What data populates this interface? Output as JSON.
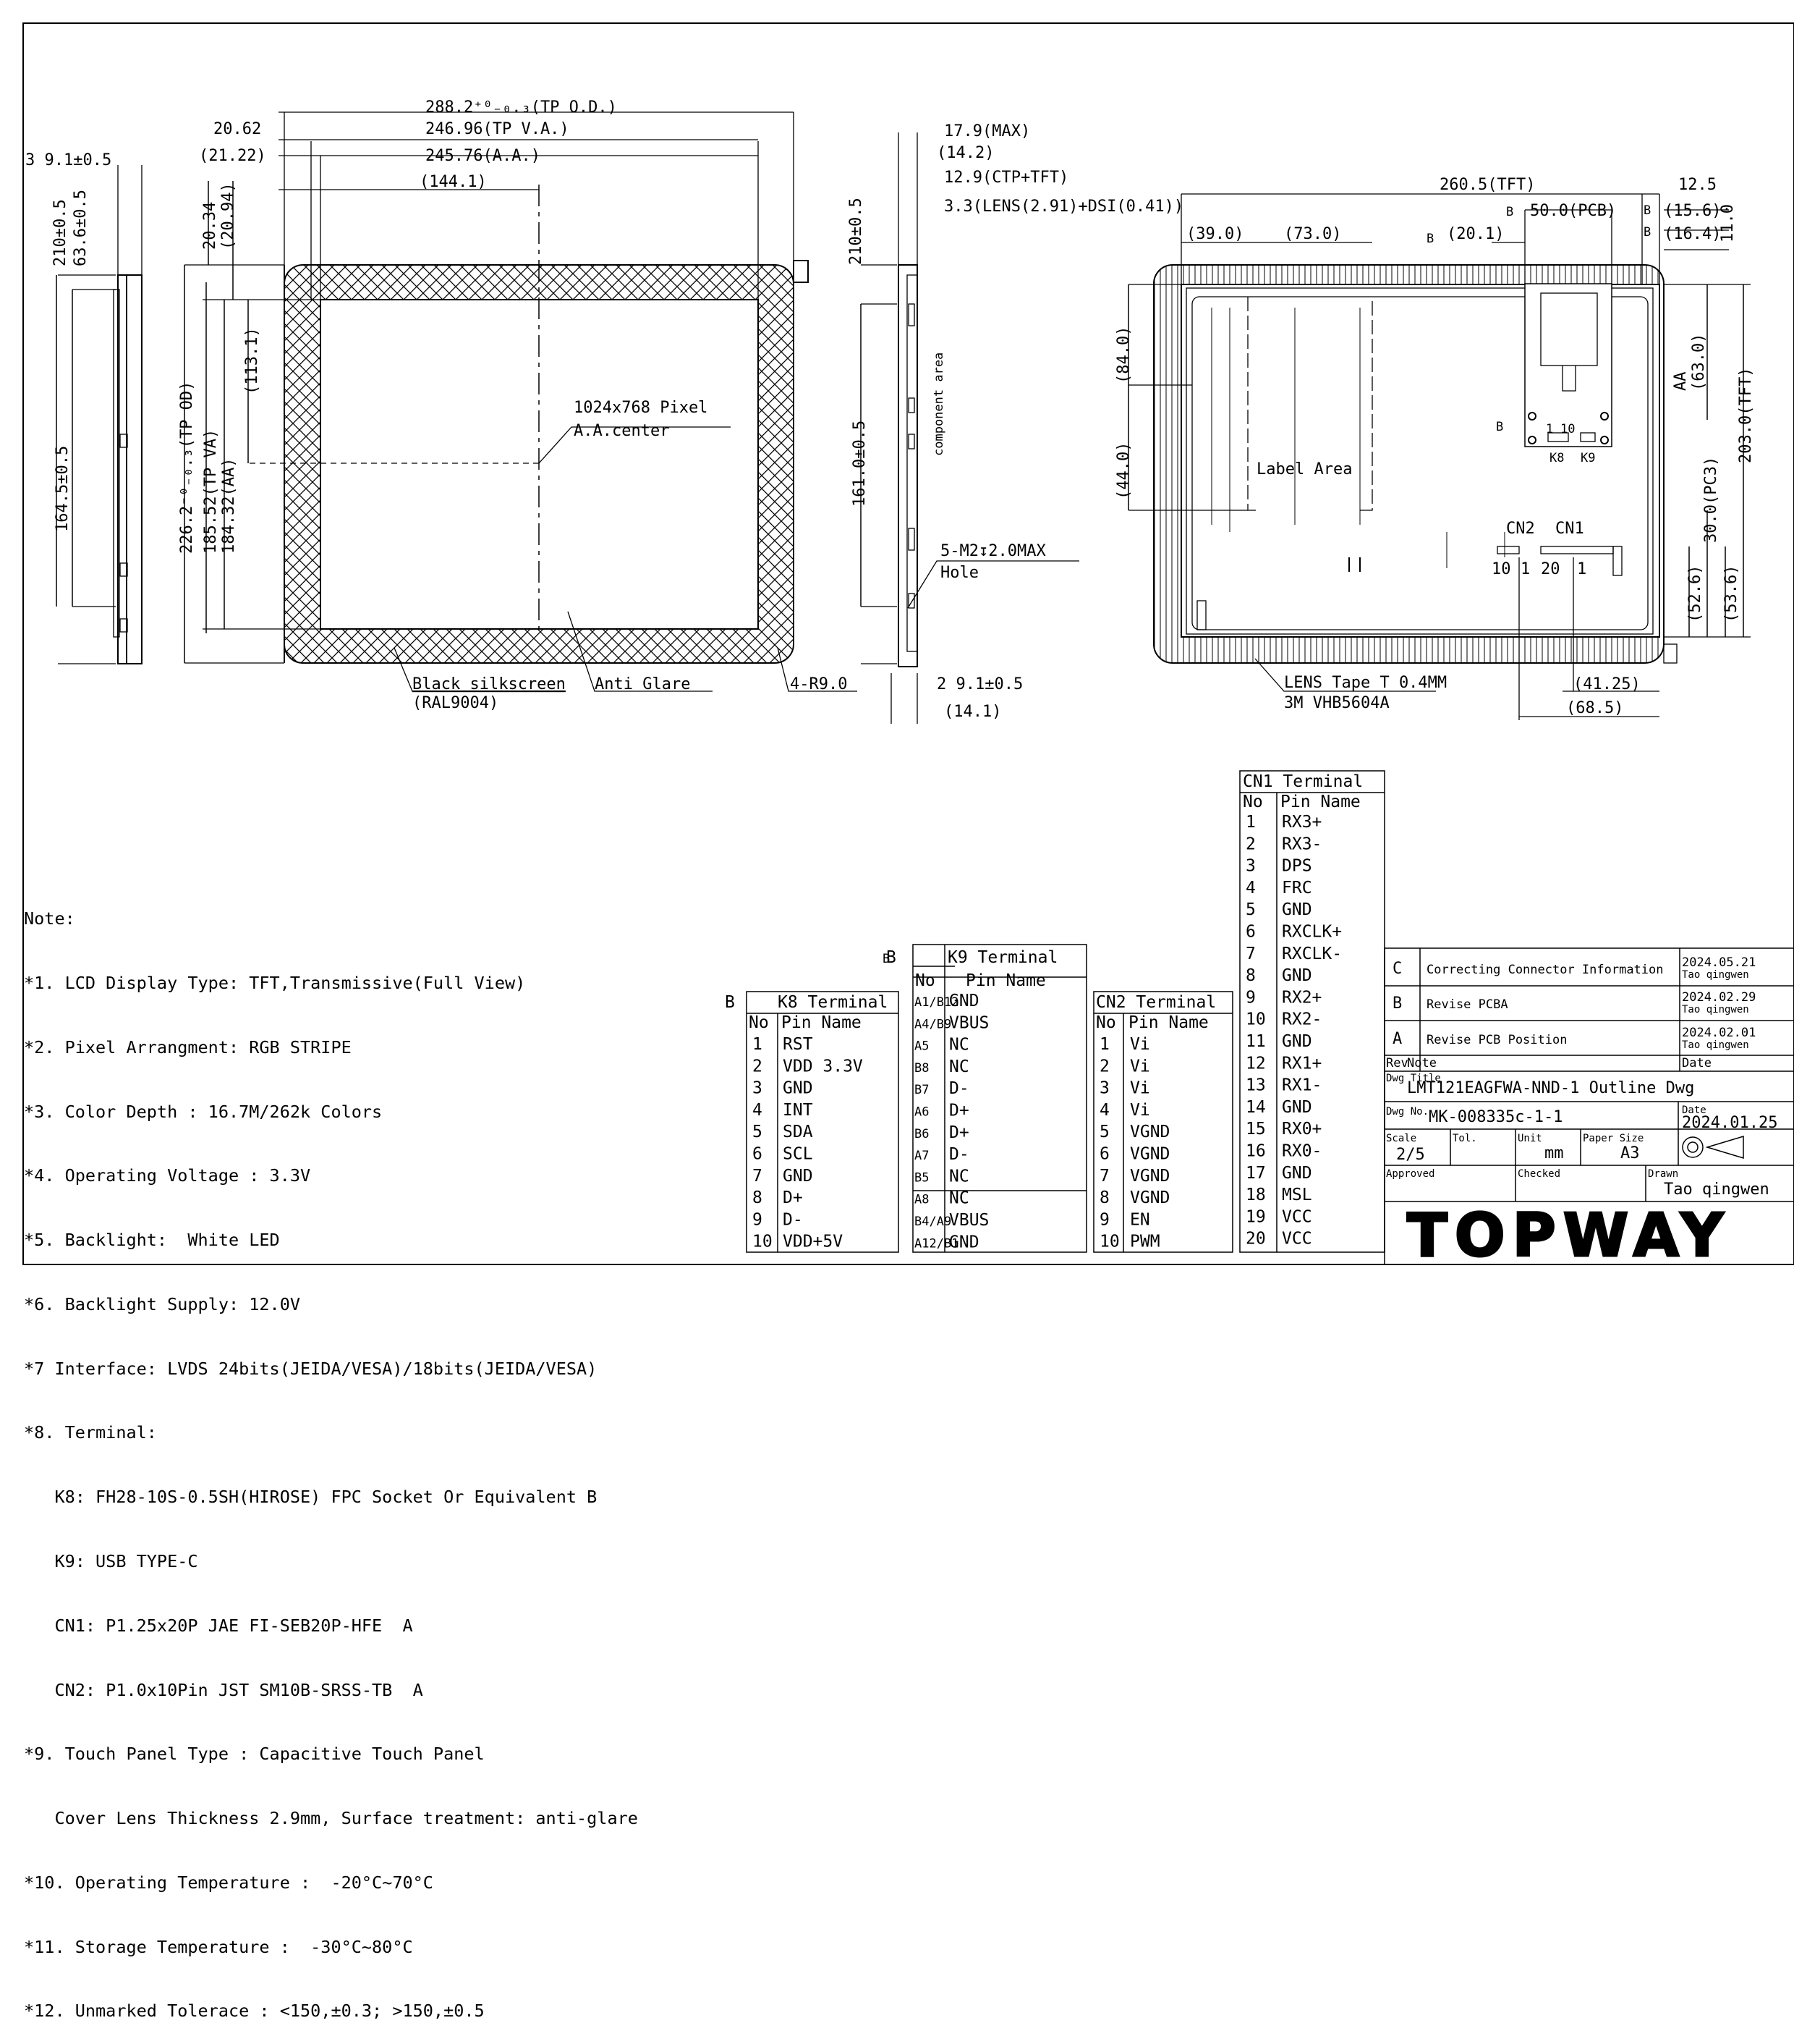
{
  "front_dims": {
    "w_outer": "288.2⁺⁰₋₀.₃(TP O.D.)",
    "w_va": "246.96(TP V.A.)",
    "w_aa": "245.76(A.A.)",
    "center_x": "(144.1)",
    "left_margin": "20.62",
    "left_margin_paren": "(21.22)",
    "h_outer": "226.2⁻⁰₋₀.₃(TP OD)",
    "h_va": "185.52(TP VA)",
    "h_aa": "184.32(AA)",
    "top_margin": "20.34",
    "top_margin_paren": "(20.94)",
    "center_y": "(113.1)",
    "pixel": "1024x768 Pixel",
    "aa_center": "A.A.center",
    "silkscreen": "Black silkscreen",
    "ral": "(RAL9004)",
    "antiglare": "Anti Glare",
    "radius": "4-R9.0"
  },
  "left_side": {
    "t": "3 9.1±0.5",
    "d1": "210±0.5",
    "d2": "63.6±0.5",
    "d3": "164.5±0.5"
  },
  "side_dims": {
    "d1": "17.9(MAX)",
    "d2": "(14.2)",
    "d3": "12.9(CTP+TFT)",
    "d4": "3.3(LENS(2.91)+DSI(0.41))",
    "h1": "210±0.5",
    "h2": "161.0±0.5",
    "area": "component area",
    "hole1": "5-M2↧2.0MAX",
    "hole2": "Hole",
    "b1": "2 9.1±0.5",
    "b2": "(14.1)",
    "flag": "B"
  },
  "back_dims": {
    "w": "260.5(TFT)",
    "pcb": "50.0(PCB)",
    "d39": "(39.0)",
    "d73": "(73.0)",
    "d201": "(20.1)",
    "d125": "12.5",
    "d156": "(15.6)",
    "d164": "(16.4)",
    "d110": "11.0",
    "d840": "(84.0)",
    "d440": "(44.0)",
    "d630": "(63.0)",
    "dAA": "AA",
    "d2030": "203.0(TFT)",
    "d300": "30.0(PC3)",
    "d526": "(52.6)",
    "d536": "(53.6)",
    "label_area": "Label Area",
    "cn2": "CN2",
    "cn1": "CN1",
    "pin10": "10",
    "pin1a": "1",
    "pin20": "20",
    "pin1b": "1",
    "k8": "K8",
    "k9": "K9",
    "p1": "1",
    "p10": "10",
    "tape1": "LENS Tape T 0.4MM",
    "tape2": "3M VHB5604A",
    "d4125": "(41.25)",
    "d685": "(68.5)",
    "flag": "B"
  },
  "notes": {
    "title": "Note:",
    "lines": [
      "*1. LCD Display Type: TFT,Transmissive(Full View)",
      "*2. Pixel Arrangment: RGB STRIPE",
      "*3. Color Depth : 16.7M/262k Colors",
      "*4. Operating Voltage : 3.3V",
      "*5. Backlight:  White LED",
      "*6. Backlight Supply: 12.0V",
      "*7 Interface: LVDS 24bits(JEIDA/VESA)/18bits(JEIDA/VESA)",
      "*8. Terminal:",
      "   K8: FH28-10S-0.5SH(HIROSE) FPC Socket Or Equivalent B",
      "   K9: USB TYPE-C",
      "   CN1: P1.25x20P JAE FI-SEB20P-HFE  A",
      "   CN2: P1.0x10Pin JST SM10B-SRSS-TB  A",
      "*9. Touch Panel Type : Capacitive Touch Panel",
      "   Cover Lens Thickness 2.9mm, Surface treatment: anti-glare",
      "*10. Operating Temperature :  -20°C~70°C",
      "*11. Storage Temperature :  -30°C~80°C",
      "*12. Unmarked Tolerace : <150,±0.3; >150,±0.5"
    ]
  },
  "k8": {
    "title": "K8 Terminal",
    "rev": "B",
    "col_no": "No",
    "col_name": "Pin Name",
    "rows": [
      [
        "1",
        "RST"
      ],
      [
        "2",
        "VDD 3.3V"
      ],
      [
        "3",
        "GND"
      ],
      [
        "4",
        "INT"
      ],
      [
        "5",
        "SDA"
      ],
      [
        "6",
        "SCL"
      ],
      [
        "7",
        "GND"
      ],
      [
        "8",
        "D+"
      ],
      [
        "9",
        "D-"
      ],
      [
        "10",
        "VDD+5V"
      ]
    ]
  },
  "k9": {
    "title": "K9 Terminal",
    "rev": "B",
    "col_no": "No",
    "col_name": "Pin Name",
    "rows": [
      [
        "A1/B12",
        "GND"
      ],
      [
        "A4/B9",
        "VBUS"
      ],
      [
        "A5",
        "NC"
      ],
      [
        "B8",
        "NC"
      ],
      [
        "B7",
        "D-"
      ],
      [
        "A6",
        "D+"
      ],
      [
        "B6",
        "D+"
      ],
      [
        "A7",
        "D-"
      ],
      [
        "B5",
        "NC"
      ],
      [
        "A8",
        "NC"
      ],
      [
        "B4/A9",
        "VBUS"
      ],
      [
        "A12/B1",
        "GND"
      ]
    ]
  },
  "cn2": {
    "title": "CN2 Terminal",
    "col_no": "No",
    "col_name": "Pin Name",
    "rows": [
      [
        "1",
        "Vi"
      ],
      [
        "2",
        "Vi"
      ],
      [
        "3",
        "Vi"
      ],
      [
        "4",
        "Vi"
      ],
      [
        "5",
        "VGND"
      ],
      [
        "6",
        "VGND"
      ],
      [
        "7",
        "VGND"
      ],
      [
        "8",
        "VGND"
      ],
      [
        "9",
        "EN"
      ],
      [
        "10",
        "PWM"
      ]
    ]
  },
  "cn1": {
    "title": "CN1 Terminal",
    "col_no": "No",
    "col_name": "Pin Name",
    "rows": [
      [
        "1",
        "RX3+"
      ],
      [
        "2",
        "RX3-"
      ],
      [
        "3",
        "DPS"
      ],
      [
        "4",
        "FRC"
      ],
      [
        "5",
        "GND"
      ],
      [
        "6",
        "RXCLK+"
      ],
      [
        "7",
        "RXCLK-"
      ],
      [
        "8",
        "GND"
      ],
      [
        "9",
        "RX2+"
      ],
      [
        "10",
        "RX2-"
      ],
      [
        "11",
        "GND"
      ],
      [
        "12",
        "RX1+"
      ],
      [
        "13",
        "RX1-"
      ],
      [
        "14",
        "GND"
      ],
      [
        "15",
        "RX0+"
      ],
      [
        "16",
        "RX0-"
      ],
      [
        "17",
        "GND"
      ],
      [
        "18",
        "MSL"
      ],
      [
        "19",
        "VCC"
      ],
      [
        "20",
        "VCC"
      ]
    ]
  },
  "title_block": {
    "revs": [
      {
        "rev": "C",
        "note": "Correcting Connector Information",
        "date": "2024.05.21",
        "by": "Tao qingwen"
      },
      {
        "rev": "B",
        "note": "Revise PCBA",
        "date": "2024.02.29",
        "by": "Tao qingwen"
      },
      {
        "rev": "A",
        "note": "Revise PCB Position",
        "date": "2024.02.01",
        "by": "Tao qingwen"
      }
    ],
    "rev_label": "Rev",
    "note_label": "Note",
    "date_label": "Date",
    "dwg_title_label": "Dwg Title",
    "dwg_title": "LMT121EAGFWA-NND-1 Outline Dwg",
    "dwg_no_label": "Dwg No.",
    "dwg_no": "MK-008335c-1-1",
    "date2_label": "Date",
    "date2": "2024.01.25",
    "scale_label": "Scale",
    "scale": "2/5",
    "tol_label": "Tol.",
    "unit_label": "Unit",
    "unit": "mm",
    "paper_label": "Paper Size",
    "paper": "A3",
    "approved_label": "Approved",
    "checked_label": "Checked",
    "drawn_label": "Drawn",
    "drawn": "Tao qingwen",
    "logo": "TOPWAY"
  }
}
